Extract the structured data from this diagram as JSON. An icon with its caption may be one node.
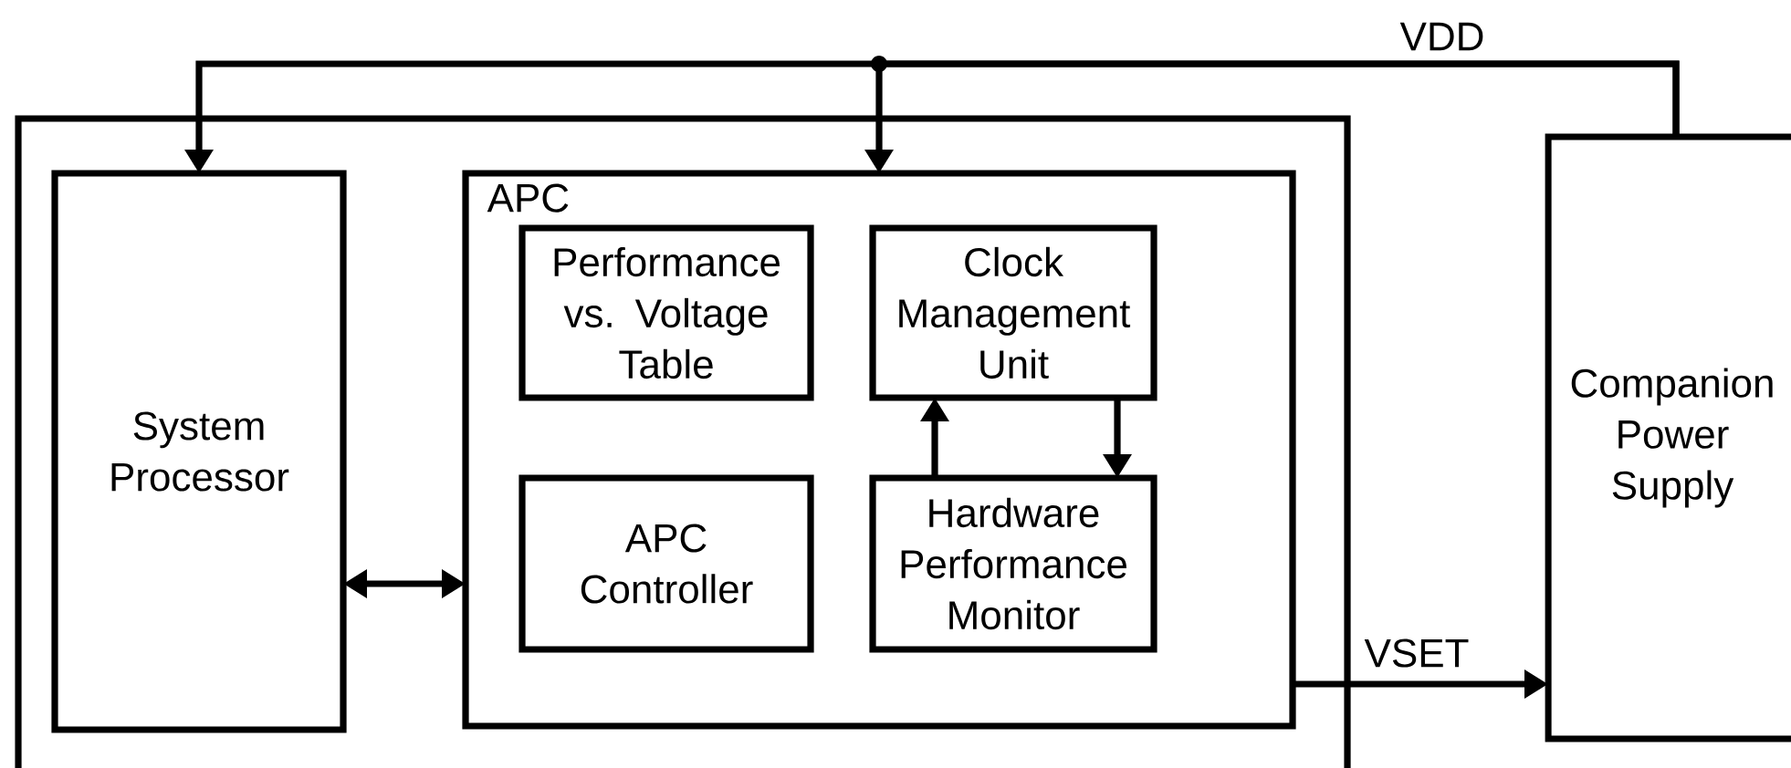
{
  "diagram": {
    "nodes": [
      {
        "text": [],
        "shape": "box"
      },
      {
        "text": [
          "System Processor"
        ],
        "in": 0
      },
      {
        "text": [
          "APC"
        ],
        "in": 0
      },
      {
        "text": [
          "Performance vs. Voltage Table"
        ],
        "in": 2
      },
      {
        "text": [
          "Clock Management Unit"
        ],
        "in": 2
      },
      {
        "text": [
          "APC Controller"
        ],
        "in": 2
      },
      {
        "text": [
          "Hardware Performance Monitor"
        ],
        "in": 2
      },
      {
        "text": [
          "Companion Power Supply"
        ]
      }
    ],
    "edges": [
      {
        "from": 7,
        "to": 1,
        "arrow": "to",
        "label": "VDD"
      },
      {
        "from": 7,
        "to": 2,
        "arrow": "to"
      },
      {
        "from": 1,
        "to": 2,
        "arrow": "both"
      },
      {
        "from": 6,
        "to": 4,
        "arrow": "to"
      },
      {
        "from": 4,
        "to": 6,
        "arrow": "to"
      },
      {
        "from": 2,
        "to": 7,
        "arrow": "to",
        "label": "VSET"
      }
    ]
  }
}
